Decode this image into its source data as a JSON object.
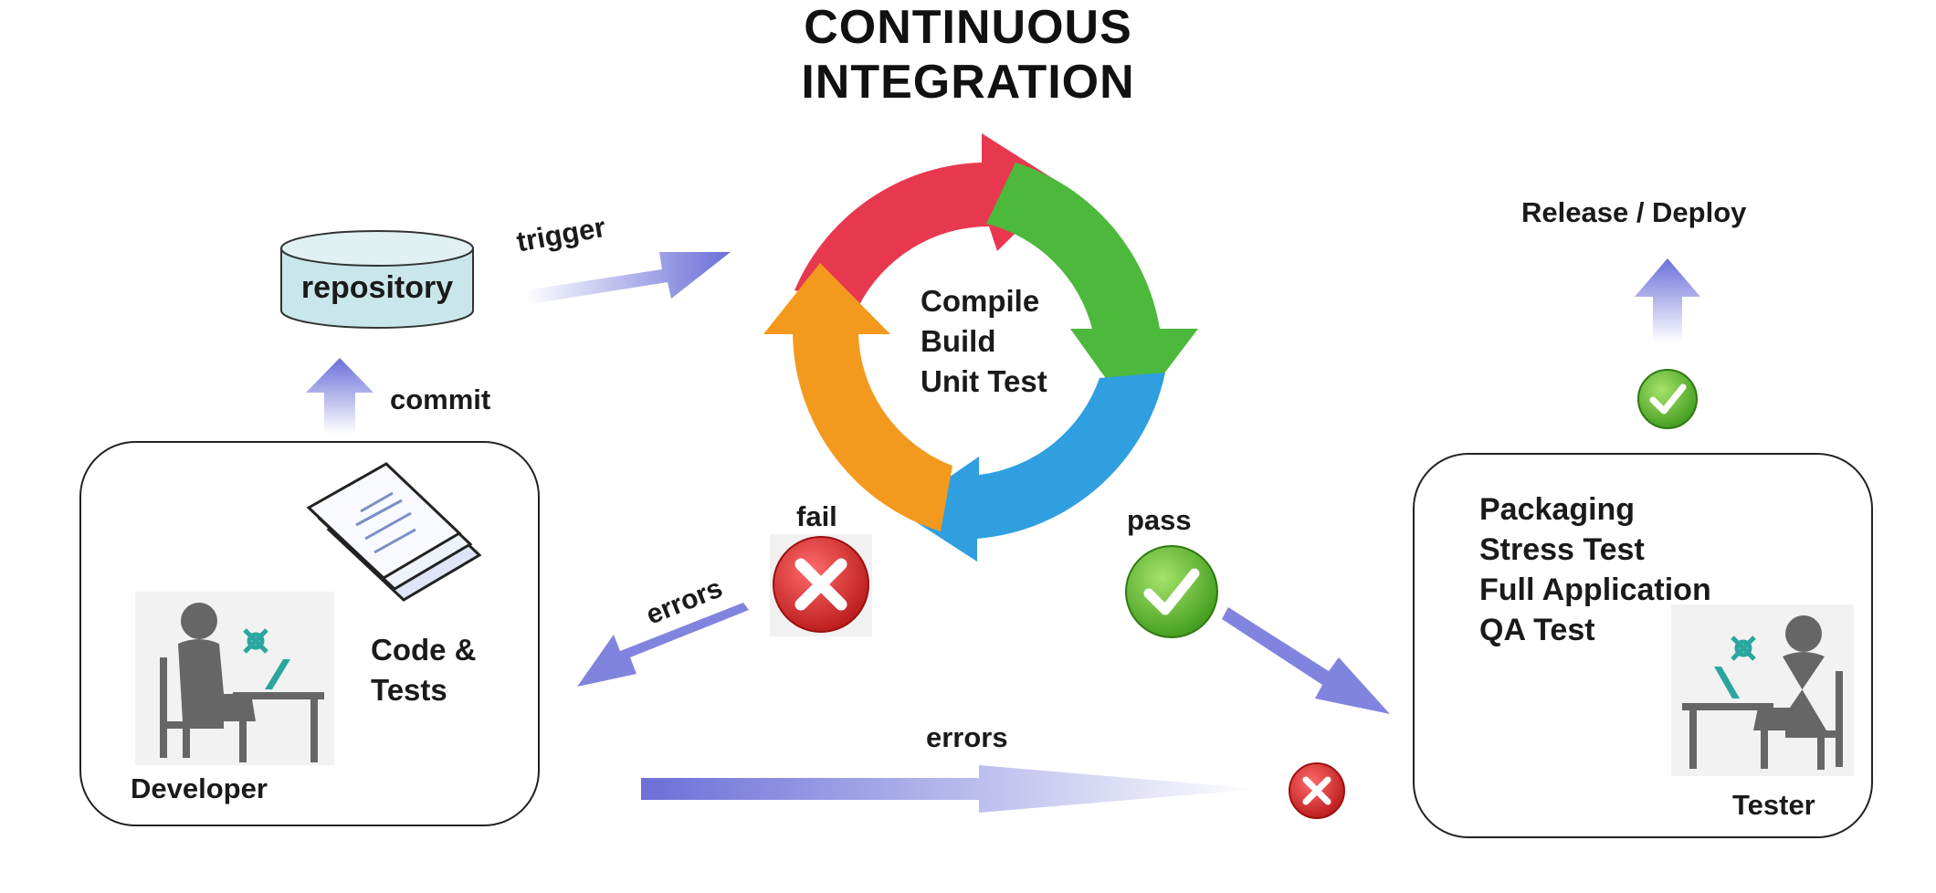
{
  "title": {
    "line1": "CONTINUOUS",
    "line2": "INTEGRATION"
  },
  "cycle": {
    "steps": [
      "Compile",
      "Build",
      "Unit Test"
    ]
  },
  "repository": {
    "label": "repository"
  },
  "edges": {
    "trigger": "trigger",
    "commit": "commit",
    "fail": "fail",
    "pass": "pass",
    "errors_fail": "errors",
    "errors_bottom": "errors"
  },
  "developer": {
    "name": "Developer",
    "artifact_line1": "Code &",
    "artifact_line2": "Tests"
  },
  "tester": {
    "name": "Tester",
    "tasks": [
      "Packaging",
      "Stress Test",
      "Full Application",
      "QA Test"
    ]
  },
  "release": {
    "label": "Release / Deploy"
  },
  "colors": {
    "arrow_blue": "#6b6fd8",
    "cycle_red": "#e8384f",
    "cycle_green": "#4cb83c",
    "cycle_blue": "#2f9fe0",
    "cycle_orange": "#f39a1e",
    "fail_red": "#d62828",
    "pass_green": "#59b82c",
    "repo_fill": "#c9e7ea"
  },
  "icons": [
    "x-mark-icon",
    "check-mark-icon",
    "person-icon",
    "tools-icon",
    "laptop-icon",
    "document-icon",
    "database-icon"
  ]
}
